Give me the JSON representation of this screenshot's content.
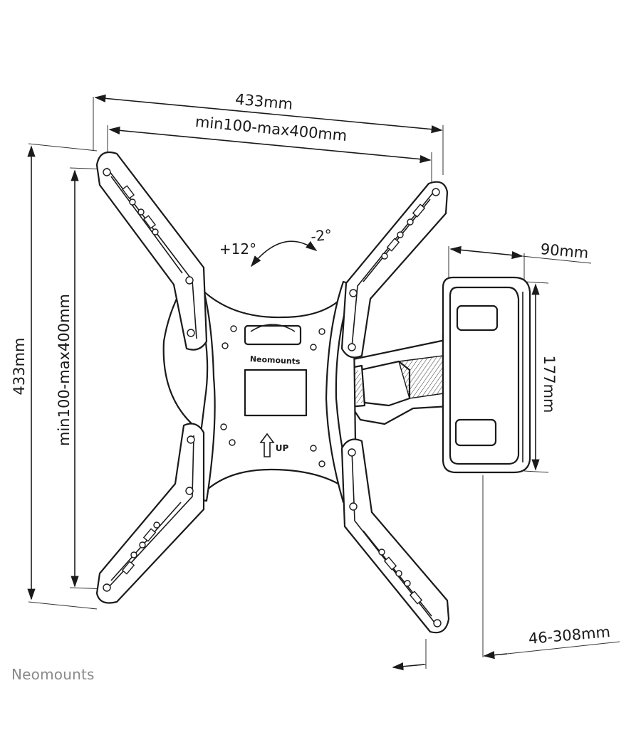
{
  "dimensions": {
    "width_overall": "433mm",
    "width_vesa": "min100-max400mm",
    "height_overall": "433mm",
    "height_vesa": "min100-max400mm",
    "depth_wallplate": "90mm",
    "height_wallplate": "177mm",
    "wall_distance": "46-308mm"
  },
  "tilt": {
    "up": "+12°",
    "down": "-2°"
  },
  "plate": {
    "logo": "Neomounts",
    "up_label": "UP"
  },
  "footer": {
    "brand": "Neomounts"
  }
}
